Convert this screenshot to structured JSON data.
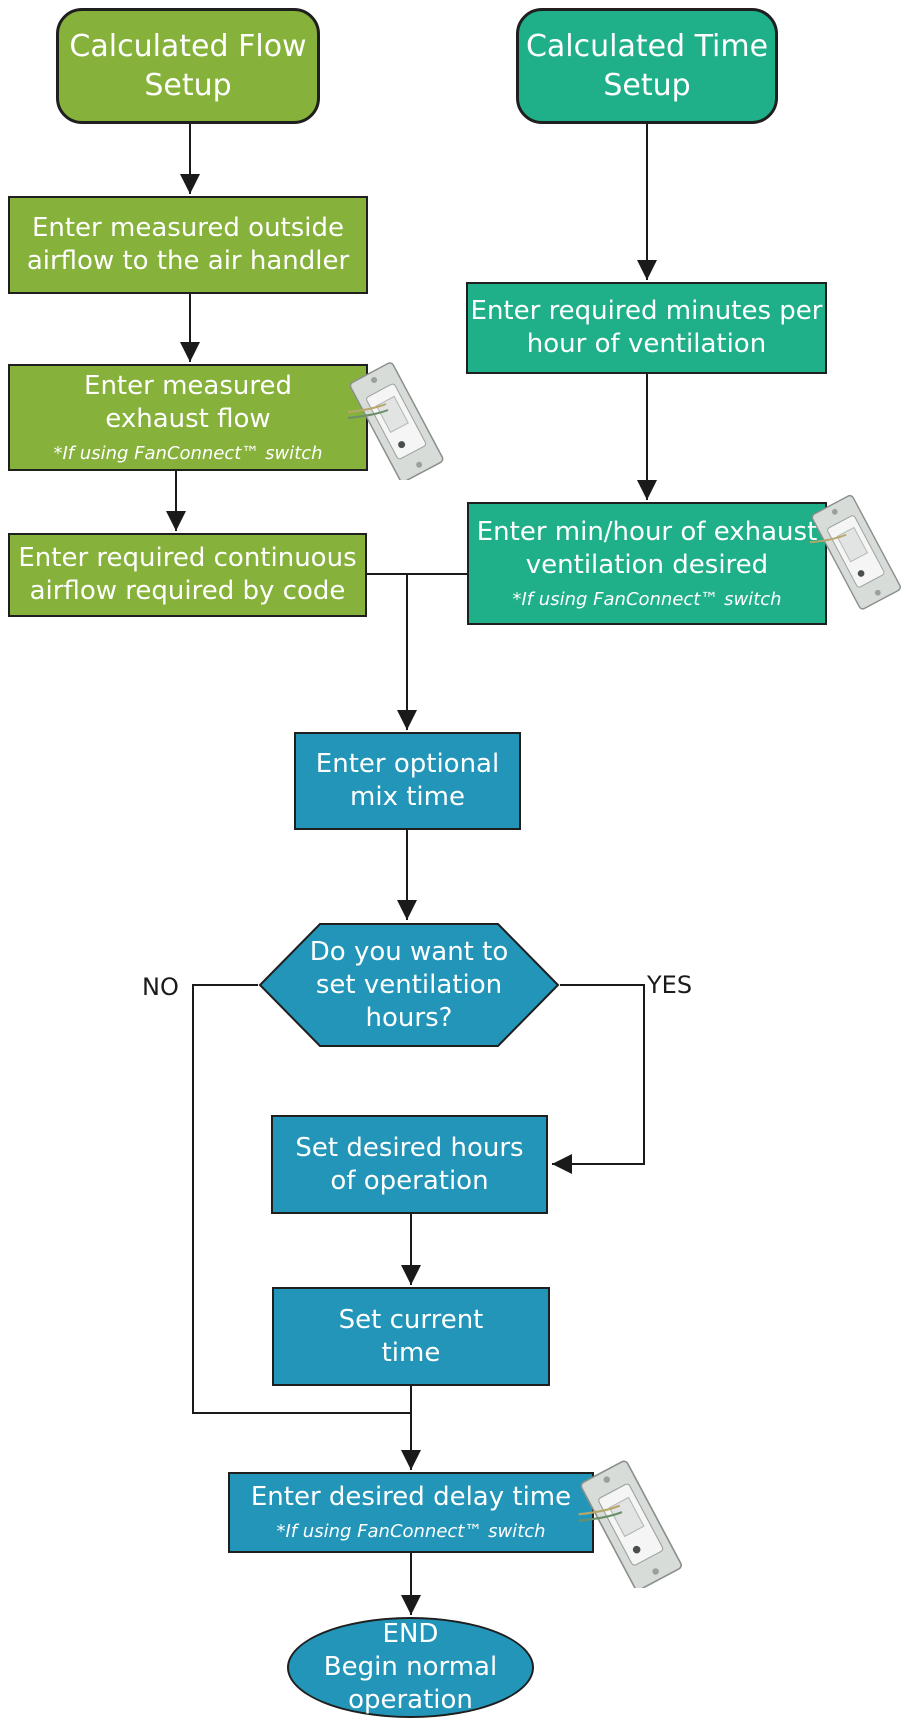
{
  "colors": {
    "flow_setup": "#86b13a",
    "time_setup": "#1fb08a",
    "common_steps": "#2295b8",
    "lines": "#1a1a1a"
  },
  "flow_setup": {
    "title": "Calculated Flow\nSetup",
    "step_outside_airflow": "Enter measured outside\nairflow to the air handler",
    "step_exhaust_flow": "Enter measured\nexhaust flow",
    "step_exhaust_flow_note": "*If using FanConnect™ switch",
    "step_continuous_airflow": "Enter required continuous\nairflow required by code"
  },
  "time_setup": {
    "title": "Calculated Time\nSetup",
    "step_minutes_per_hour": "Enter required minutes per\nhour of ventilation",
    "step_exhaust_min_hour": "Enter min/hour of exhaust\nventilation desired",
    "step_exhaust_min_hour_note": "*If using FanConnect™ switch"
  },
  "common": {
    "step_mix_time": "Enter optional\nmix time",
    "decision_hours": "Do you want to\nset ventilation\nhours?",
    "branch_no": "NO",
    "branch_yes": "YES",
    "step_hours_operation": "Set desired hours\nof operation",
    "step_current_time": "Set  current\ntime",
    "step_delay_time": "Enter desired delay time",
    "step_delay_time_note": "*If using FanConnect™ switch",
    "end": "END\nBegin normal\noperation"
  },
  "icons": {
    "switch": "fanconnect-switch-icon"
  }
}
